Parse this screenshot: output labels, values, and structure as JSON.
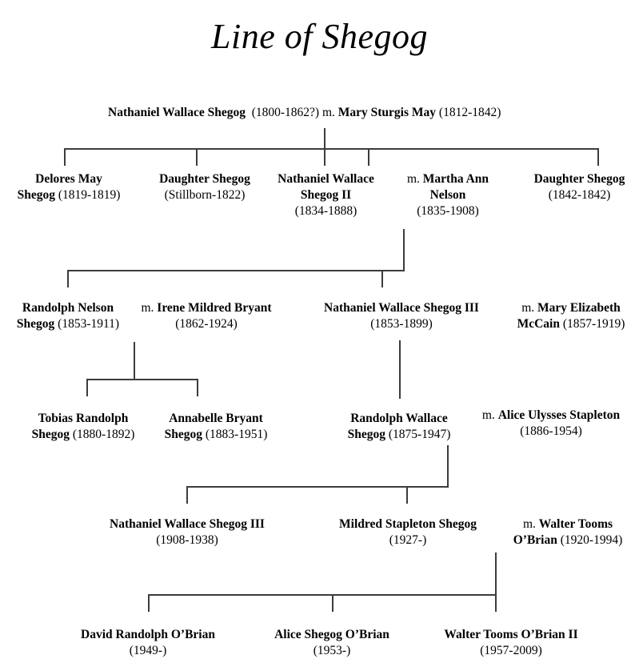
{
  "title": "Line of Shegog",
  "generations": [
    {
      "id": "gen1",
      "people": [
        {
          "key": "nathaniel-wallace-shegog",
          "prefix": "",
          "name": "Nathaniel Wallace Shegog",
          "dates": "(1800-1862?)"
        },
        {
          "key": "mary-sturgis-may",
          "prefix": "m.",
          "name": "Mary Sturgis May",
          "dates": "(1812-1842)"
        }
      ]
    },
    {
      "id": "gen2",
      "people": [
        {
          "key": "delores-may-shegog",
          "prefix": "",
          "name": "Delores May Shegog",
          "dates": "(1819-1819)"
        },
        {
          "key": "daughter-shegog-1822",
          "prefix": "",
          "name": "Daughter Shegog",
          "dates": "(Stillborn-1822)"
        },
        {
          "key": "nathaniel-wallace-shegog-ii",
          "prefix": "",
          "name": "Nathaniel Wallace Shegog II",
          "dates": "(1834-1888)"
        },
        {
          "key": "martha-ann-nelson",
          "prefix": "m.",
          "name": "Martha Ann Nelson",
          "dates": "(1835-1908)"
        },
        {
          "key": "daughter-shegog-1842",
          "prefix": "",
          "name": "Daughter Shegog",
          "dates": "(1842-1842)"
        }
      ]
    },
    {
      "id": "gen3",
      "people": [
        {
          "key": "randolph-nelson-shegog",
          "prefix": "",
          "name": "Randolph Nelson Shegog",
          "dates": "(1853-1911)"
        },
        {
          "key": "irene-mildred-bryant",
          "prefix": "m.",
          "name": "Irene Mildred Bryant",
          "dates": "(1862-1924)"
        },
        {
          "key": "nathaniel-wallace-shegog-iii-1853",
          "prefix": "",
          "name": "Nathaniel Wallace Shegog III",
          "dates": "(1853-1899)"
        },
        {
          "key": "mary-elizabeth-mccain",
          "prefix": "m.",
          "name": "Mary Elizabeth McCain",
          "dates": "(1857-1919)"
        }
      ]
    },
    {
      "id": "gen4",
      "people": [
        {
          "key": "tobias-randolph-shegog",
          "prefix": "",
          "name": "Tobias Randolph Shegog",
          "dates": "(1880-1892)"
        },
        {
          "key": "annabelle-bryant-shegog",
          "prefix": "",
          "name": "Annabelle Bryant Shegog",
          "dates": "(1883-1951)"
        },
        {
          "key": "randolph-wallace-shegog",
          "prefix": "",
          "name": "Randolph Wallace Shegog",
          "dates": "(1875-1947)"
        },
        {
          "key": "alice-ulysses-stapleton",
          "prefix": "m.",
          "name": "Alice Ulysses Stapleton",
          "dates": "(1886-1954)"
        }
      ]
    },
    {
      "id": "gen5",
      "people": [
        {
          "key": "nathaniel-wallace-shegog-iii-1908",
          "prefix": "",
          "name": "Nathaniel Wallace Shegog III",
          "dates": "(1908-1938)"
        },
        {
          "key": "mildred-stapleton-shegog",
          "prefix": "",
          "name": "Mildred Stapleton Shegog",
          "dates": "(1927-)"
        },
        {
          "key": "walter-tooms-obrian",
          "prefix": "m.",
          "name": "Walter Tooms O’Brian",
          "dates": "(1920-1994)"
        }
      ]
    },
    {
      "id": "gen6",
      "people": [
        {
          "key": "david-randolph-obrian",
          "prefix": "",
          "name": "David Randolph O’Brian",
          "dates": "(1949-)"
        },
        {
          "key": "alice-shegog-obrian",
          "prefix": "",
          "name": "Alice Shegog O’Brian",
          "dates": "(1953-)"
        },
        {
          "key": "walter-tooms-obrian-ii",
          "prefix": "",
          "name": "Walter Tooms O’Brian II",
          "dates": "(1957-2009)"
        }
      ]
    }
  ],
  "labels": {
    "gen1_line1_a": "Nathaniel Wallace Shegog",
    "gen1_line1_b": "(1800-1862?)",
    "gen1_line1_c": "m.",
    "gen1_line1_d": "Mary Sturgis May",
    "gen1_line1_e": "(1812-1842)",
    "g2p1_l1": "Delores May",
    "g2p1_l2a": "Shegog",
    "g2p1_l2b": "(1819-1819)",
    "g2p2_l1": "Daughter Shegog",
    "g2p2_l2": "(Stillborn-1822)",
    "g2p3_l1": "Nathaniel Wallace",
    "g2p3_l2": "Shegog II",
    "g2p3_l3": "(1834-1888)",
    "g2p4_l1a": "m.",
    "g2p4_l1b": "Martha Ann",
    "g2p4_l2": "Nelson",
    "g2p4_l3": "(1835-1908)",
    "g2p5_l1": "Daughter Shegog",
    "g2p5_l2": "(1842-1842)",
    "g3p1_l1": "Randolph Nelson",
    "g3p1_l2a": "Shegog",
    "g3p1_l2b": "(1853-1911)",
    "g3p2_l1a": "m.",
    "g3p2_l1b": "Irene Mildred Bryant",
    "g3p2_l2": "(1862-1924)",
    "g3p3_l1": "Nathaniel Wallace Shegog III",
    "g3p3_l2": "(1853-1899)",
    "g3p4_l1a": "m.",
    "g3p4_l1b": "Mary Elizabeth",
    "g3p4_l2a": "McCain",
    "g3p4_l2b": "(1857-1919)",
    "g4p1_l1": "Tobias Randolph",
    "g4p1_l2a": "Shegog",
    "g4p1_l2b": "(1880-1892)",
    "g4p2_l1": "Annabelle Bryant",
    "g4p2_l2a": "Shegog",
    "g4p2_l2b": "(1883-1951)",
    "g4p3_l1": "Randolph Wallace",
    "g4p3_l2a": "Shegog",
    "g4p3_l2b": "(1875-1947)",
    "g4p4_l1a": "m.",
    "g4p4_l1b": "Alice Ulysses Stapleton",
    "g4p4_l2": "(1886-1954)",
    "g5p1_l1": "Nathaniel Wallace Shegog III",
    "g5p1_l2": "(1908-1938)",
    "g5p2_l1": "Mildred Stapleton Shegog",
    "g5p2_l2": "(1927-)",
    "g5p3_l1a": "m.",
    "g5p3_l1b": "Walter Tooms",
    "g5p3_l2a": "O’Brian",
    "g5p3_l2b": "(1920-1994)",
    "g6p1_l1": "David Randolph O’Brian",
    "g6p1_l2": "(1949-)",
    "g6p2_l1": "Alice Shegog O’Brian",
    "g6p2_l2": "(1953-)",
    "g6p3_l1": "Walter Tooms O’Brian II",
    "g6p3_l2": "(1957-2009)"
  },
  "colors": {
    "background": "#ffffff",
    "text": "#000000",
    "line": "#3c3c3c"
  }
}
